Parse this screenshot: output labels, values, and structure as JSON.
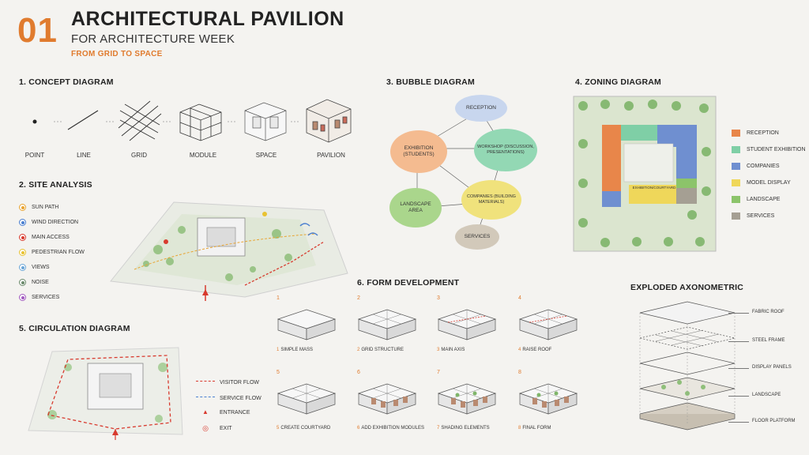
{
  "header": {
    "number": "01",
    "title": "ARCHITECTURAL PAVILION",
    "subtitle": "FOR ARCHITECTURE WEEK",
    "tagline": "FROM GRID TO SPACE"
  },
  "colors": {
    "accent": "#e07b2e",
    "reception": "#b9c9e8",
    "exhibition": "#f4b98c",
    "workshop": "#8fd6b1",
    "landscape": "#a8d48a",
    "companies": "#f1e27a",
    "services": "#cfc6b6"
  },
  "concept": {
    "heading": "1. CONCEPT DIAGRAM",
    "steps": [
      "POINT",
      "LINE",
      "GRID",
      "MODULE",
      "SPACE",
      "PAVILION"
    ]
  },
  "site": {
    "heading": "2. SITE ANALYSIS",
    "legend": [
      {
        "label": "SUN PATH",
        "color": "#e8a432",
        "icon": "sun-icon"
      },
      {
        "label": "WIND DIRECTION",
        "color": "#4a7fd0",
        "icon": "wind-icon"
      },
      {
        "label": "MAIN ACCESS",
        "color": "#d83a2e",
        "icon": "arrow-icon"
      },
      {
        "label": "PEDESTRIAN FLOW",
        "color": "#e8c232",
        "icon": "walk-icon"
      },
      {
        "label": "VIEWS",
        "color": "#6aa5d6",
        "icon": "eye-icon"
      },
      {
        "label": "NOISE",
        "color": "#6b8a6b",
        "icon": "noise-icon"
      },
      {
        "label": "SERVICES",
        "color": "#a25bc0",
        "icon": "service-icon"
      }
    ]
  },
  "bubble": {
    "heading": "3. BUBBLE DIAGRAM",
    "nodes": {
      "reception": "RECEPTION",
      "exhibition": "EXHIBITION (STUDENTS)",
      "workshop": "WORKSHOP (DISCUSSION, PRESENTATIONS)",
      "landscape": "LANDSCAPE AREA",
      "companies": "COMPANIES (BUILDING MATERIALS)",
      "services": "SERVICES"
    }
  },
  "zoning": {
    "heading": "4. ZONING DIAGRAM",
    "plan_label": "EXHIBITION/COURTYARD",
    "legend": [
      {
        "label": "RECEPTION",
        "color": "#e8864a"
      },
      {
        "label": "STUDENT EXHIBITION",
        "color": "#7fcfa6"
      },
      {
        "label": "COMPANIES",
        "color": "#6f8fd0"
      },
      {
        "label": "MODEL DISPLAY",
        "color": "#efd75a"
      },
      {
        "label": "LANDSCAPE",
        "color": "#8cc46a"
      },
      {
        "label": "SERVICES",
        "color": "#a59f93"
      }
    ]
  },
  "circulation": {
    "heading": "5. CIRCULATION DIAGRAM",
    "legend": [
      {
        "label": "VISITOR FLOW"
      },
      {
        "label": "SERVICE FLOW"
      },
      {
        "label": "ENTRANCE"
      },
      {
        "label": "EXIT"
      }
    ]
  },
  "form": {
    "heading": "6. FORM DEVELOPMENT",
    "steps": [
      {
        "n": "1",
        "label": "SIMPLE MASS"
      },
      {
        "n": "2",
        "label": "GRID STRUCTURE"
      },
      {
        "n": "3",
        "label": "MAIN AXIS"
      },
      {
        "n": "4",
        "label": "RAISE ROOF"
      },
      {
        "n": "5",
        "label": "CREATE COURTYARD"
      },
      {
        "n": "6",
        "label": "ADD EXHIBITION MODULES"
      },
      {
        "n": "7",
        "label": "SHADING ELEMENTS"
      },
      {
        "n": "8",
        "label": "FINAL FORM"
      }
    ]
  },
  "exploded": {
    "heading": "EXPLODED AXONOMETRIC",
    "layers": [
      "FABRIC ROOF",
      "STEEL FRAME",
      "DISPLAY PANELS",
      "LANDSCAPE",
      "FLOOR PLATFORM"
    ]
  }
}
